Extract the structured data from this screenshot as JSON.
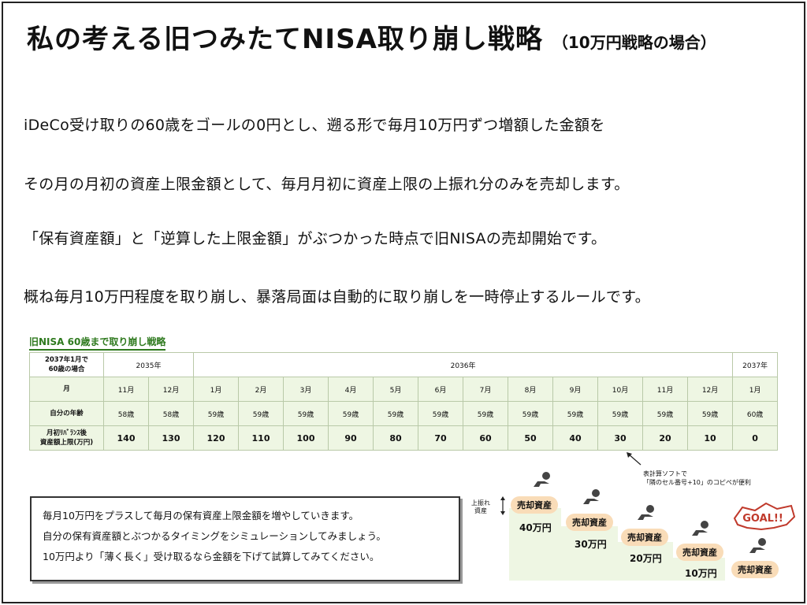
{
  "title": "私の考える旧つみたてNISA取り崩し戦略",
  "title_sub": "（10万円戦略の場合）",
  "intro": [
    "iDeCo受け取りの60歳をゴールの0円とし、遡る形で毎月10万円ずつ増額した金額を",
    "その月の月初の資産上限金額として、毎月月初に資産上限の上振れ分のみを売却します。",
    "「保有資産額」と「逆算した上限金額」がぶつかった時点で旧NISAの売却開始です。",
    "概ね毎月10万円程度を取り崩し、暴落局面は自動的に取り崩しを一時停止するルールです。"
  ],
  "table": {
    "title": "旧NISA 60歳まで取り崩し戦略",
    "corner": [
      "2037年1月で",
      "60歳の場合"
    ],
    "years": [
      "2035年",
      "2036年",
      "2037年"
    ],
    "row_month_label": "月",
    "months": [
      "11月",
      "12月",
      "1月",
      "2月",
      "3月",
      "4月",
      "5月",
      "6月",
      "7月",
      "8月",
      "9月",
      "10月",
      "11月",
      "12月",
      "1月"
    ],
    "row_age_label": "自分の年齢",
    "ages": [
      "58歳",
      "58歳",
      "59歳",
      "59歳",
      "59歳",
      "59歳",
      "59歳",
      "59歳",
      "59歳",
      "59歳",
      "59歳",
      "59歳",
      "59歳",
      "59歳",
      "60歳"
    ],
    "row_cap_label": [
      "月初ﾘﾊﾞﾗﾝｽ後",
      "資産額上限(万円)"
    ],
    "caps": [
      "140",
      "130",
      "120",
      "110",
      "100",
      "90",
      "80",
      "70",
      "60",
      "50",
      "40",
      "30",
      "20",
      "10",
      "0"
    ]
  },
  "annotation": [
    "表計算ソフトで",
    "「隣のセル番号+10」のコピペが便利"
  ],
  "note": [
    "毎月10万円をプラスして毎月の保有資産上限金額を増やしていきます。",
    "自分の保有資産額とぶつかるタイミングをシミュレーションしてみましょう。",
    "10万円より「薄く長く」受け取るなら金額を下げて試算してみてください。"
  ],
  "diagram": {
    "upper_label": [
      "上振れ",
      "資産"
    ],
    "sell_label": "売却資産",
    "amounts": [
      "40万円",
      "30万円",
      "20万円",
      "10万円"
    ],
    "goal": "GOAL!!"
  },
  "colors": {
    "table_fill": "#eef6e3",
    "title_green": "#2f7a1f",
    "pill": "#f9dcb8"
  }
}
